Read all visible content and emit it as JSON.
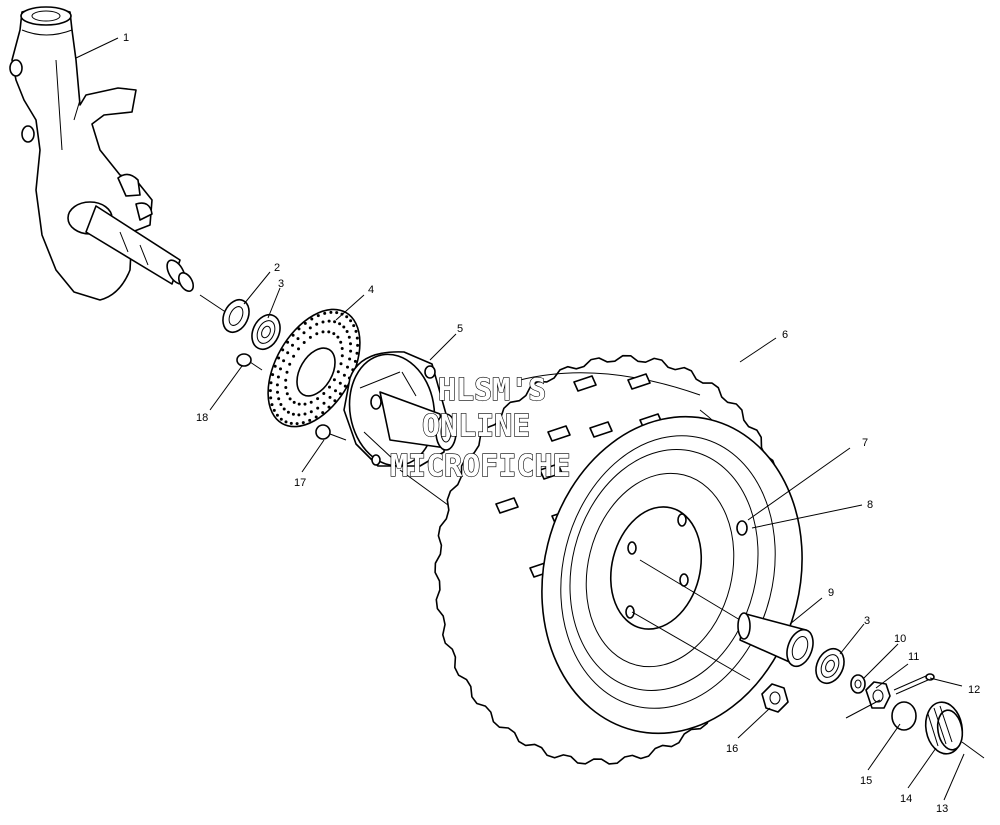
{
  "watermark": {
    "line1": "HLSM'S",
    "line2": "ONLINE",
    "line3": "MICROFICHE"
  },
  "callouts": [
    {
      "id": "c1",
      "label": "1"
    },
    {
      "id": "c2",
      "label": "2"
    },
    {
      "id": "c3a",
      "label": "3"
    },
    {
      "id": "c4",
      "label": "4"
    },
    {
      "id": "c5",
      "label": "5"
    },
    {
      "id": "c6",
      "label": "6"
    },
    {
      "id": "c7",
      "label": "7"
    },
    {
      "id": "c8",
      "label": "8"
    },
    {
      "id": "c9",
      "label": "9"
    },
    {
      "id": "c3b",
      "label": "3"
    },
    {
      "id": "c10",
      "label": "10"
    },
    {
      "id": "c11",
      "label": "11"
    },
    {
      "id": "c12",
      "label": "12"
    },
    {
      "id": "c13",
      "label": "13"
    },
    {
      "id": "c14",
      "label": "14"
    },
    {
      "id": "c15",
      "label": "15"
    },
    {
      "id": "c16",
      "label": "16"
    },
    {
      "id": "c17",
      "label": "17"
    },
    {
      "id": "c18",
      "label": "18"
    }
  ]
}
